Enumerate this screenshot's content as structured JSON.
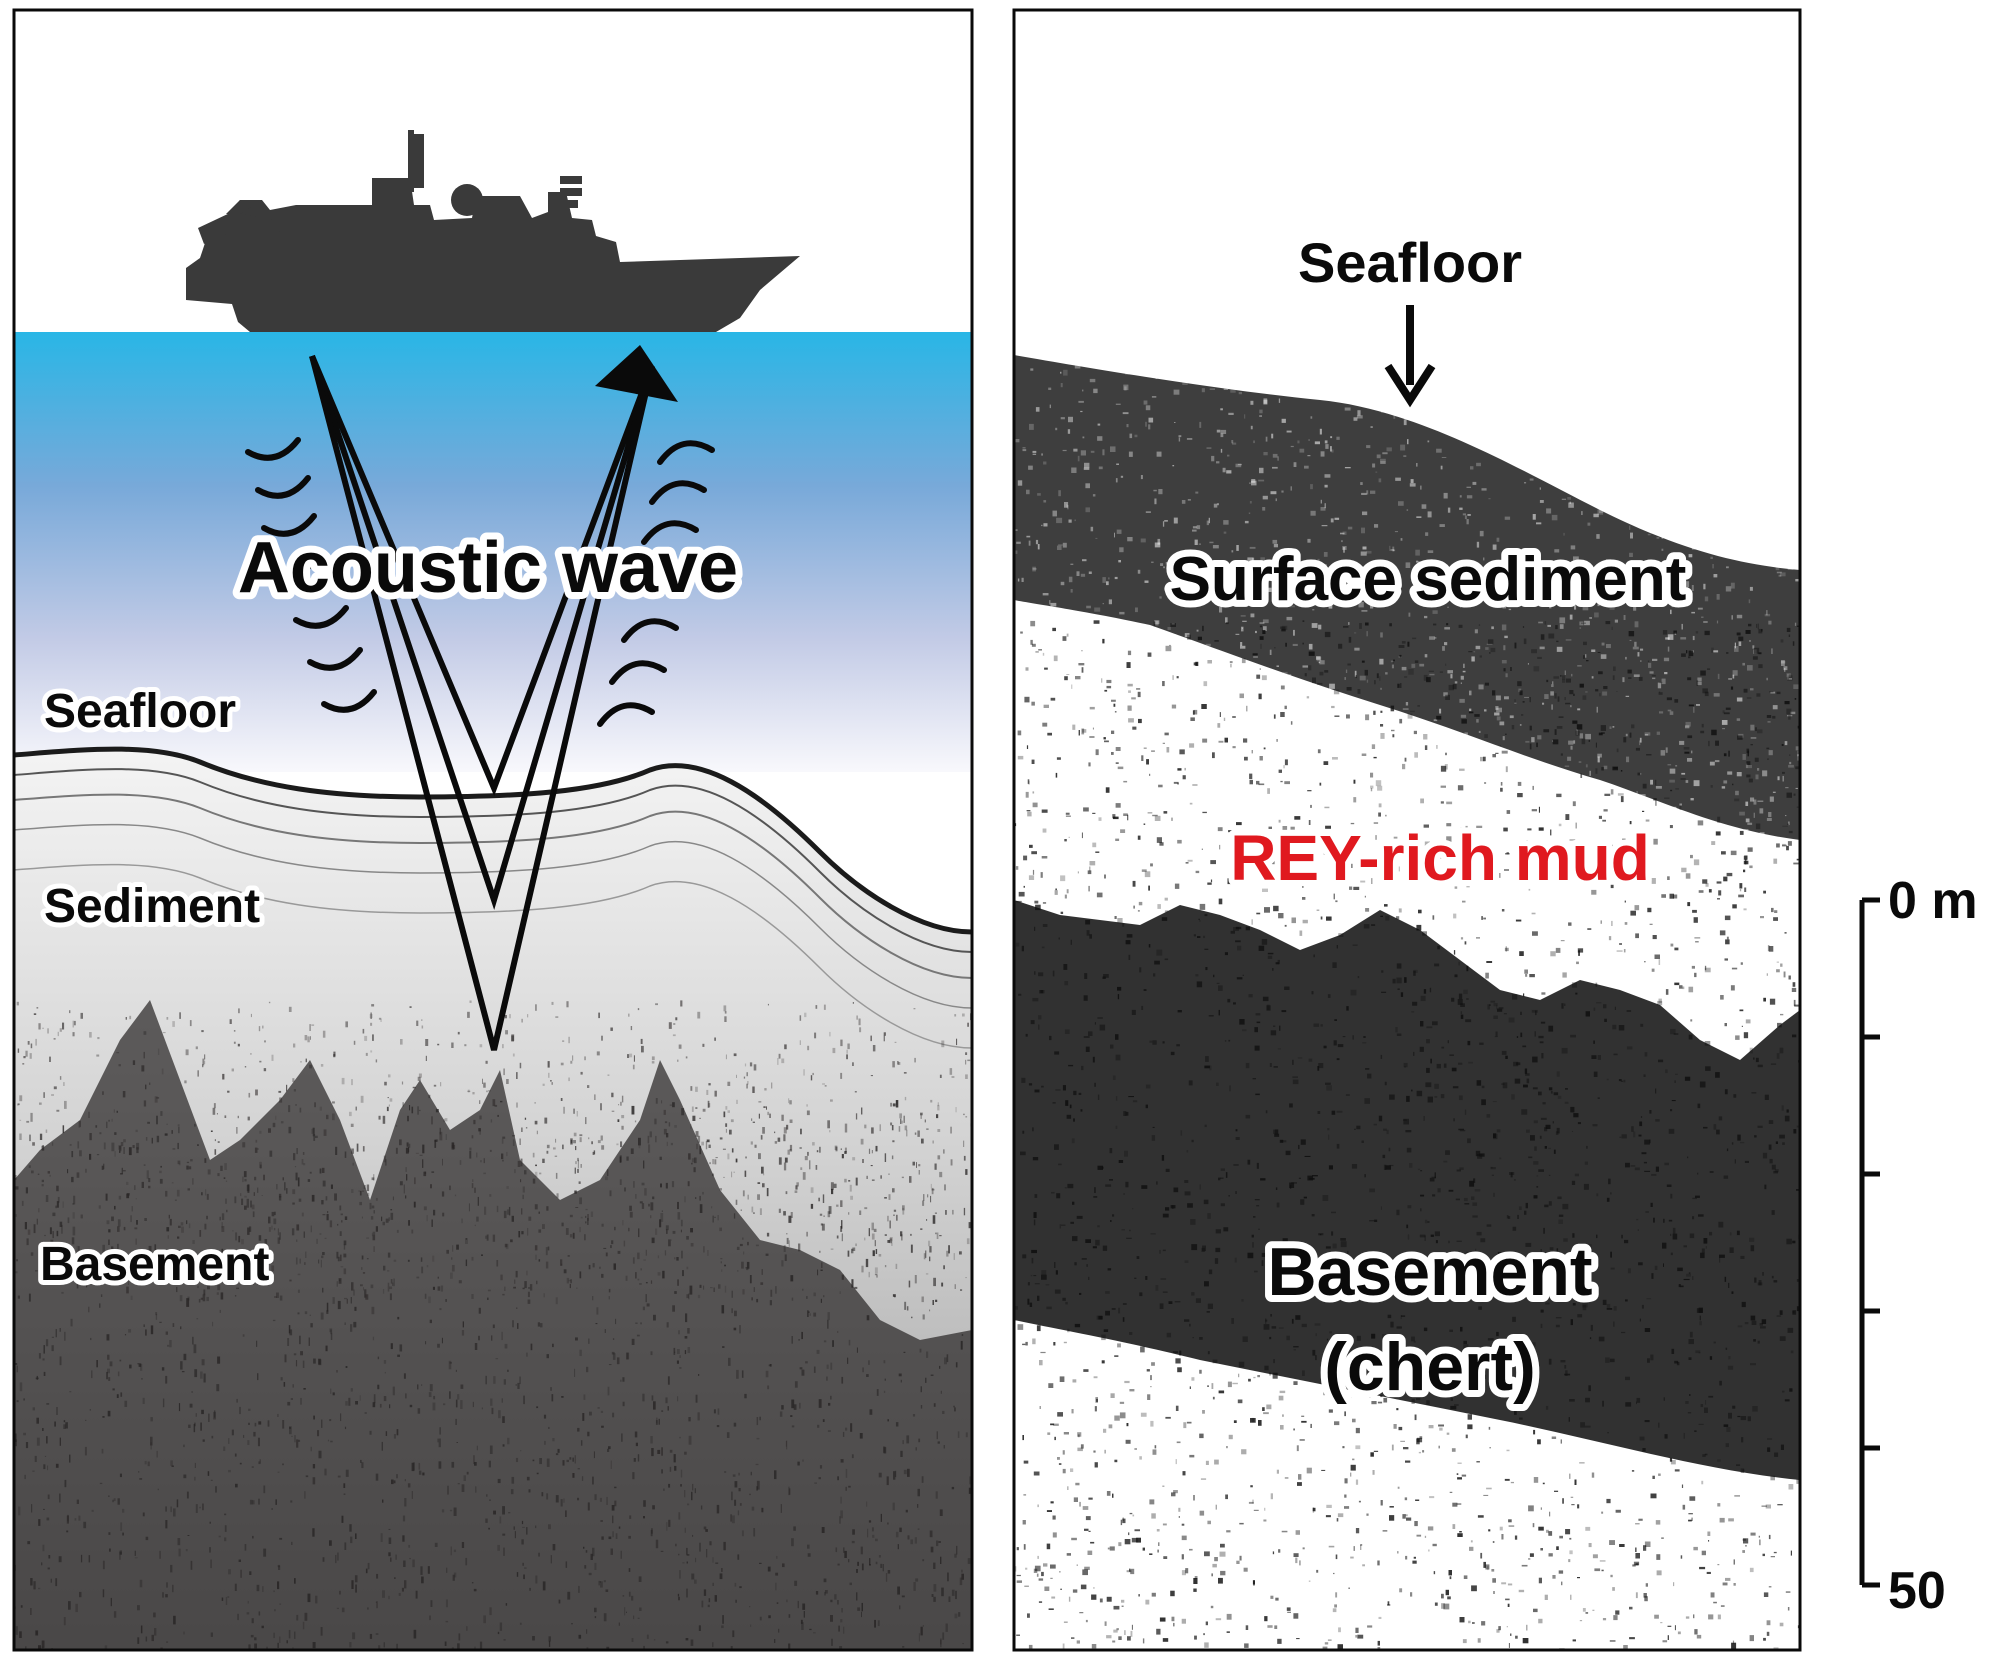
{
  "left_panel": {
    "title_wave": "Acoustic wave",
    "labels": {
      "seafloor": "Seafloor",
      "sediment": "Sediment",
      "basement": "Basement"
    },
    "colors": {
      "sea_top": "#29b6e6",
      "sea_mid": "#bcc8e6",
      "sea_bottom": "#f7f7fb",
      "ship": "#3a3a3a"
    }
  },
  "right_panel": {
    "labels": {
      "seafloor": "Seafloor",
      "surface_sediment": "Surface sediment",
      "rey_mud": "REY-rich mud",
      "basement_line1": "Basement",
      "basement_line2": "(chert)"
    },
    "colors": {
      "rey_mud": "#e0191f"
    }
  },
  "scale_bar": {
    "top_label": "0 m",
    "bottom_label": "50",
    "ticks": [
      0,
      10,
      20,
      30,
      40,
      50
    ]
  }
}
